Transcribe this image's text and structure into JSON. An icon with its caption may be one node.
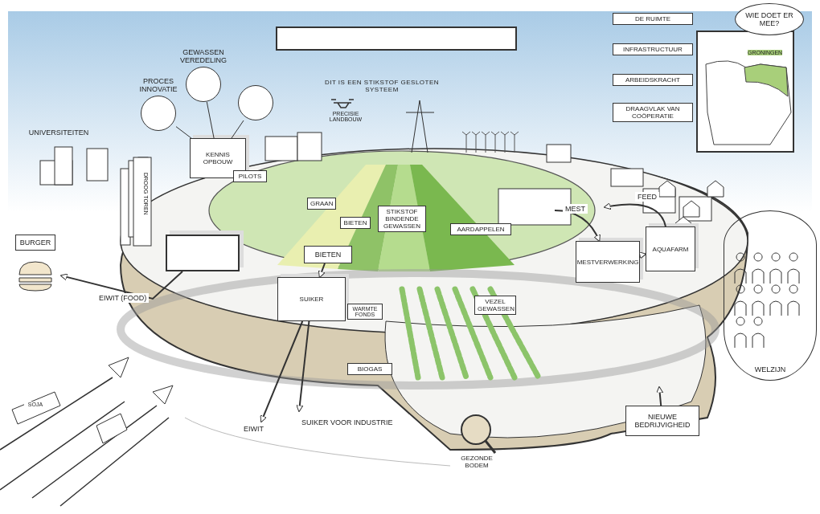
{
  "diagram": {
    "nodes": [
      {
        "text": [],
        "shape": "box"
      },
      {
        "text": [
          "PROCES INNOVATIE"
        ]
      },
      {
        "text": [
          "GEWASSEN VEREDELING"
        ]
      },
      {
        "text": [],
        "shape": "circle"
      },
      {
        "text": [
          "KENNIS OPBOUW"
        ]
      },
      {
        "text": [],
        "shape": "box"
      },
      {
        "text": [
          "BURGER"
        ]
      },
      {
        "text": [
          "BIETEN"
        ]
      },
      {
        "text": [
          "SUIKER"
        ]
      },
      {
        "text": [
          "MESTVERWERKING"
        ]
      },
      {
        "text": [
          "AQUAFARM"
        ]
      },
      {
        "text": [
          "GRONINGEN"
        ]
      },
      {
        "text": [
          "WIE DOET ER MEE?"
        ]
      },
      {
        "text": [
          "WELZIJN"
        ]
      },
      {
        "text": [
          "NIEUWE BEDRIJVIGHEID"
        ]
      }
    ],
    "edges": [
      {
        "from": 1,
        "to": 4,
        "arrow": "none"
      },
      {
        "from": 2,
        "to": 4,
        "arrow": "none"
      },
      {
        "from": 3,
        "to": 4,
        "arrow": "none"
      },
      {
        "from": 5,
        "to": 6,
        "label": "EIWIT (FOOD)",
        "arrow": "to"
      },
      {
        "from": 7,
        "to": 8,
        "arrow": "to"
      },
      {
        "from": 8,
        "to": null,
        "label": "EIWIT",
        "arrow": "to"
      },
      {
        "from": 8,
        "to": null,
        "label": "SUIKER VOOR INDUSTRIE",
        "arrow": "to"
      },
      {
        "from": null,
        "to": 9,
        "label": "MEST",
        "arrow": "to"
      },
      {
        "from": 9,
        "to": 10,
        "arrow": "to"
      },
      {
        "from": 10,
        "to": null,
        "label": "FEED",
        "arrow": "to"
      },
      {
        "from": 14,
        "to": null,
        "arrow": "to"
      }
    ],
    "labels": [
      "DIT IS EEN STIKSTOF GESLOTEN SYSTEEM",
      "UNIVERSITEITEN",
      "DE RUIMTE",
      "INFRASTRUCTUUR",
      "ARBEIDSKRACHT",
      "DRAAGVLAK VAN COÖPERATIE",
      "PRECISIE LANDBOUW",
      "DROOG TOREN",
      "PILOTS",
      "GRAAN",
      "BIETEN",
      "STIKSTOF BINDENDE GEWASSEN",
      "AARDAPPELEN",
      "VEZEL GEWASSEN",
      "WARMTE FONDS",
      "BIOGAS",
      "SOJA",
      "GEZONDE BODEM"
    ]
  }
}
